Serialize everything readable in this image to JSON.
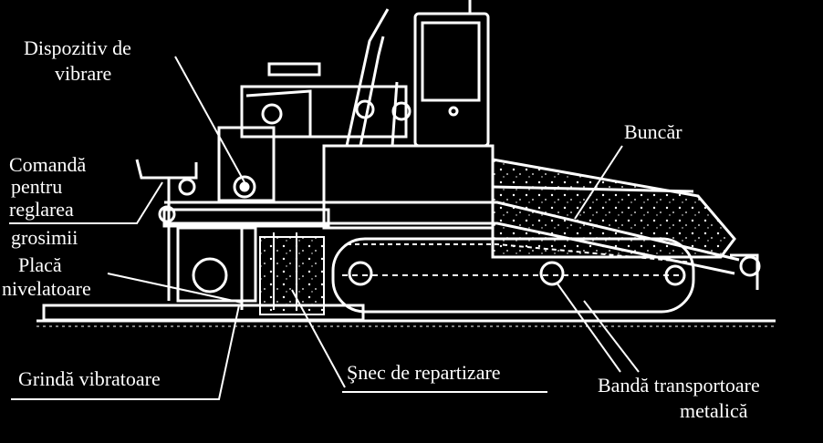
{
  "labels": {
    "vibration_device_1": "Dispozitiv de",
    "vibration_device_2": "vibrare",
    "hopper": "Buncăr",
    "thickness_cmd_1": "Comandă",
    "thickness_cmd_2": "pentru",
    "thickness_cmd_3": "reglarea",
    "thickness_cmd_4": "grosimii",
    "screed_plate_1": "Placă",
    "screed_plate_2": "nivelatoare",
    "vibrating_beam": "Grindă vibratoare",
    "auger": "Şnec de repartizare",
    "conveyor_1": "Bandă transportoare",
    "conveyor_2": "metalică"
  },
  "colors": {
    "background": "#000000",
    "ink": "#ffffff"
  }
}
